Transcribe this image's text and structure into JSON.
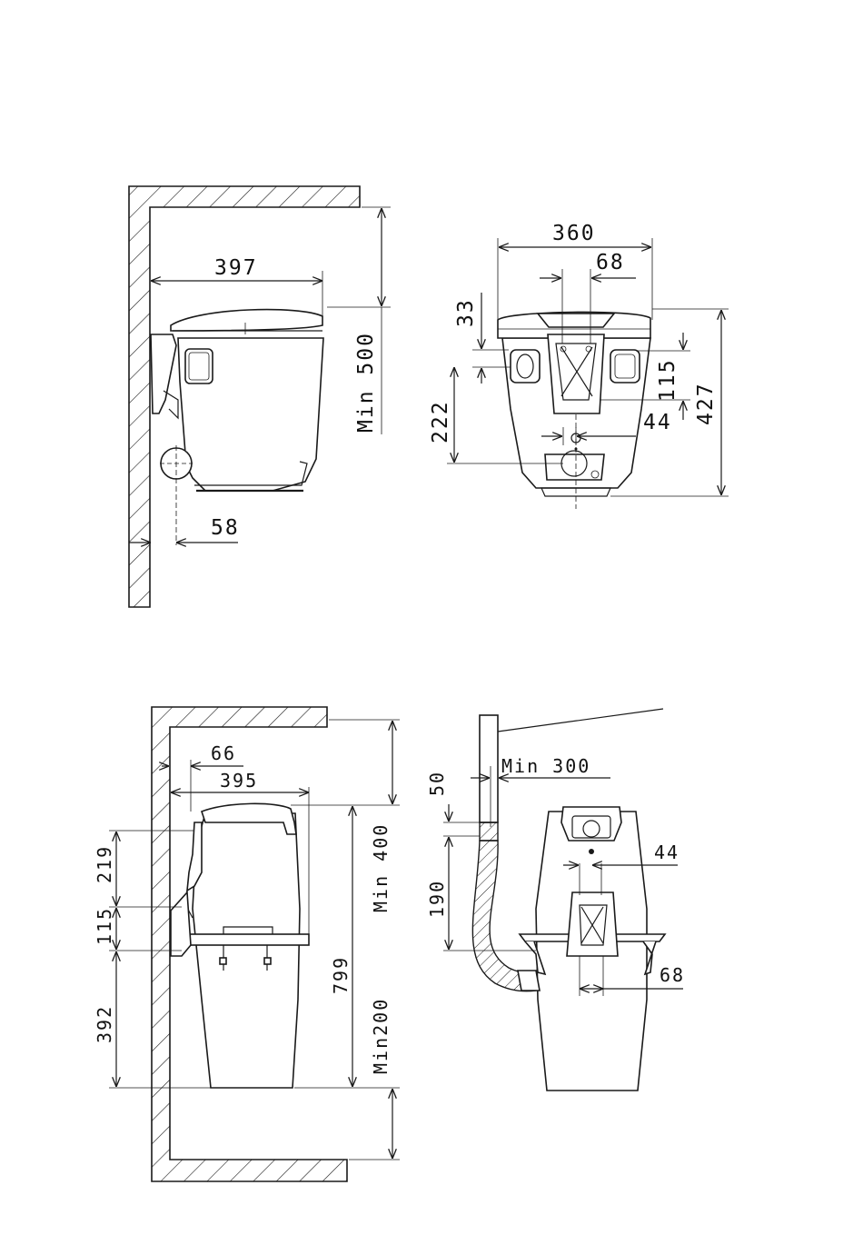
{
  "diagram": {
    "top_left_view": {
      "depth_label": "397",
      "wall_gap_label": "58",
      "clearance_label": "Min 500"
    },
    "top_right_view": {
      "width_label": "360",
      "inlet_width_label": "68",
      "lid_label": "33",
      "inlet_height_label": "115",
      "axis_offset_label": "44",
      "inlet_center_label": "222",
      "height_label": "427"
    },
    "bottom_left_view": {
      "wall_offset_label": "66",
      "depth_label": "395",
      "upper_label": "219",
      "bracket_label": "115",
      "lower_label": "392",
      "height_label": "799",
      "top_clearance_label": "Min 400",
      "bottom_clearance_label": "Min200"
    },
    "bottom_right_view": {
      "hose_clearance_label": "Min 300",
      "hose_top_label": "50",
      "hose_drop_label": "190",
      "axis_offset_label": "44",
      "inlet_width_label": "68"
    }
  }
}
